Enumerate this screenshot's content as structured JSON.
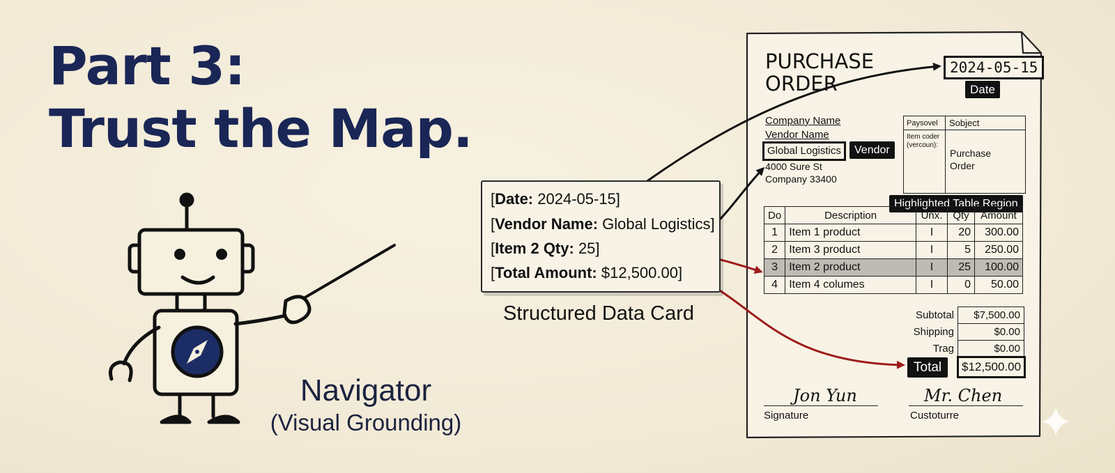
{
  "title": {
    "line1": "Part 3:",
    "line2": "Trust the Map."
  },
  "navigator": {
    "name": "Navigator",
    "subtitle": "(Visual Grounding)"
  },
  "data_card": {
    "caption": "Structured Data Card",
    "rows": [
      {
        "key": "Date:",
        "value": " 2024-05-15]"
      },
      {
        "key": "Vendor Name:",
        "value": " Global Logistics]"
      },
      {
        "key": "Item 2 Qty:",
        "value": " 25]"
      },
      {
        "key": "Total Amount:",
        "value": " $12,500.00]"
      }
    ]
  },
  "document": {
    "title_line1": "PURCHASE",
    "title_line2": "ORDER",
    "date_value": "2024-05-15",
    "date_badge": "Date",
    "company_name": "Company Name",
    "vendor_name_label": "Vendor Name",
    "vendor_value": "Global Logistics",
    "vendor_badge": "Vendor",
    "address_line1": "4000 Sure St",
    "address_line2": "Company 33400",
    "sub_table": {
      "col1": "Paysovel",
      "col2": "Sobject",
      "label": "Item coder (vercoun):",
      "value_line1": "Purchase",
      "value_line2": "Order"
    },
    "table_badge": "Highlighted Table Region",
    "table_headers": [
      "Do",
      "Description",
      "Unx.",
      "Qty",
      "Amount"
    ],
    "table_rows": [
      {
        "no": "1",
        "desc": "Item 1 product",
        "unit": "I",
        "qty": "20",
        "amount": "300.00"
      },
      {
        "no": "2",
        "desc": "Item 3 product",
        "unit": "I",
        "qty": "5",
        "amount": "250.00"
      },
      {
        "no": "3",
        "desc": "Item 2 product",
        "unit": "I",
        "qty": "25",
        "amount": "100.00"
      },
      {
        "no": "4",
        "desc": "Item 4 columes",
        "unit": "I",
        "qty": "0",
        "amount": "50.00"
      }
    ],
    "totals": [
      {
        "label": "Subtotal",
        "value": "$7,500.00"
      },
      {
        "label": "Shipping",
        "value": "$0.00"
      },
      {
        "label": "Trag",
        "value": "$0.00"
      }
    ],
    "total_badge": "Total",
    "total_value": "$12,500.00",
    "signature_left": "Jon Yun",
    "signature_right": "Mr. Chen",
    "signature_label_left": "Signature",
    "signature_label_right": "Custoturre"
  },
  "colors": {
    "title": "#1a2656",
    "background": "#f3ecd9",
    "arrow_black": "#111111",
    "arrow_red": "#9e1b1b",
    "compass": "#1c2d66"
  }
}
